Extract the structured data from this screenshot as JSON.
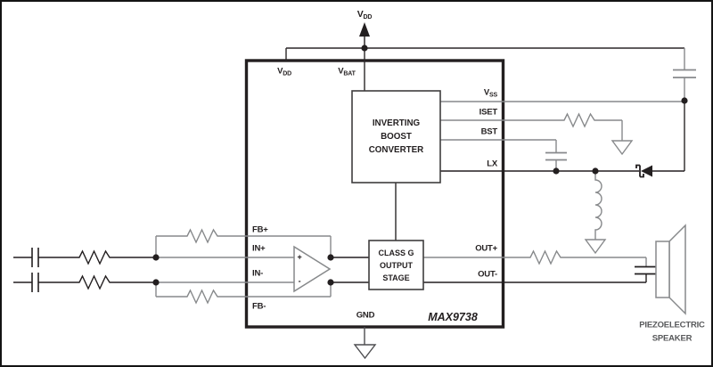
{
  "chip": {
    "name": "MAX9738"
  },
  "supply": {
    "vdd_base": "V",
    "vdd_sub": "DD"
  },
  "pins": {
    "vdd": {
      "base": "V",
      "sub": "DD"
    },
    "vbat": {
      "base": "V",
      "sub": "BAT"
    },
    "vss": {
      "base": "V",
      "sub": "SS"
    },
    "iset": "ISET",
    "bst": "BST",
    "lx": "LX",
    "fb_plus": "FB+",
    "in_plus": "IN+",
    "in_minus": "IN-",
    "fb_minus": "FB-",
    "out_plus": "OUT+",
    "out_minus": "OUT-",
    "gnd": "GND"
  },
  "blocks": {
    "boost": {
      "lines": [
        "INVERTING",
        "BOOST",
        "CONVERTER"
      ]
    },
    "class_g": {
      "lines": [
        "CLASS G",
        "OUTPUT",
        "STAGE"
      ]
    }
  },
  "opamp": {
    "plus": "+",
    "minus": "-"
  },
  "speaker": {
    "lines": [
      "PIEZOELECTRIC",
      "SPEAKER"
    ]
  },
  "colors": {
    "wire_dark": "#231f20",
    "wire_gray": "#87898b",
    "text": "#231f20",
    "speaker_text": "#58595b",
    "background": "#ffffff"
  }
}
